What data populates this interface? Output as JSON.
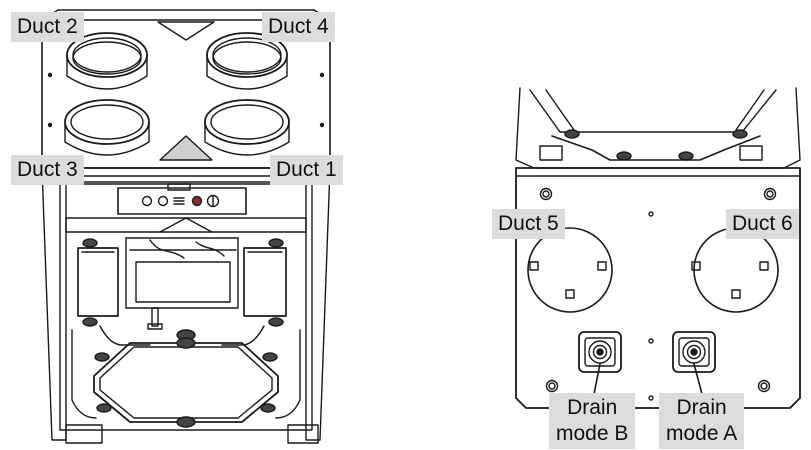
{
  "diagram": {
    "unit_top_view": {
      "labels": {
        "duct_2": "Duct 2",
        "duct_4": "Duct 4",
        "duct_3": "Duct 3",
        "duct_1": "Duct 1"
      }
    },
    "unit_bottom_view": {
      "labels": {
        "duct_5": "Duct 5",
        "duct_6": "Duct 6",
        "drain_b_line1": "Drain",
        "drain_b_line2": "mode B",
        "drain_a_line1": "Drain",
        "drain_a_line2": "mode A"
      }
    }
  }
}
